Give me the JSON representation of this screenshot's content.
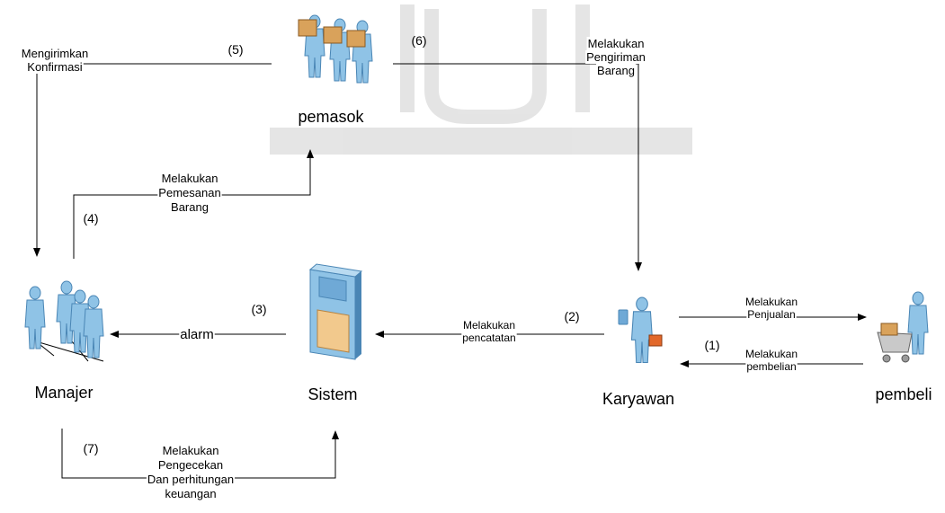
{
  "nodes": {
    "pemasok": "pemasok",
    "manajer": "Manajer",
    "sistem": "Sistem",
    "karyawan": "Karyawan",
    "pembeli": "pembeli"
  },
  "flows": {
    "f1": {
      "num": "(1)",
      "label": [
        "Melakukan",
        "pembelian"
      ]
    },
    "f2": {
      "num": "(2)",
      "label": [
        "Melakukan",
        "pencatatan"
      ]
    },
    "f3": {
      "num": "(3)",
      "label": [
        "alarm"
      ]
    },
    "f4": {
      "num": "(4)",
      "label": [
        "Melakukan",
        "Pemesanan",
        "Barang"
      ]
    },
    "f5": {
      "num": "(5)",
      "label": [
        "Mengirimkan",
        "Konfirmasi"
      ]
    },
    "f6": {
      "num": "(6)",
      "label": [
        "Melakukan",
        "Pengiriman",
        "Barang"
      ]
    },
    "f7": {
      "num": "(7)",
      "label": [
        "Melakukan",
        "Pengecekan",
        "Dan perhitungan",
        "keuangan"
      ]
    },
    "sales": {
      "label": [
        "Melakukan",
        "Penjualan"
      ]
    }
  },
  "colors": {
    "person": "#8fc3e6",
    "person_dark": "#4a86b5",
    "box": "#d9a25b",
    "disk": "#f2c98d",
    "line": "#000000"
  }
}
